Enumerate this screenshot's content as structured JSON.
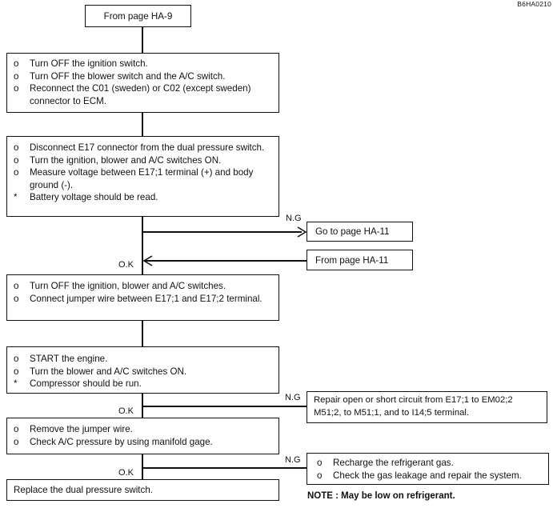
{
  "diagram_code": "B6HA0210",
  "start": "From page HA-9",
  "step1": [
    {
      "bullet": "o",
      "text": "Turn OFF the ignition switch."
    },
    {
      "bullet": "o",
      "text": "Turn OFF the blower switch and the A/C switch."
    },
    {
      "bullet": "o",
      "text": "Reconnect the C01 (sweden) or C02 (except sweden) connector to ECM."
    }
  ],
  "step2": [
    {
      "bullet": "o",
      "text": "Disconnect E17 connector from the dual pressure switch."
    },
    {
      "bullet": "o",
      "text": "Turn the ignition, blower and A/C switches ON."
    },
    {
      "bullet": "o",
      "text": "Measure voltage between E17;1 terminal (+) and body ground (-)."
    },
    {
      "bullet": "*",
      "text": "Battery voltage should be read."
    }
  ],
  "ng1_label": "N.G",
  "ng1_target": "Go to page HA-11",
  "ok1_label": "O.K",
  "from_ha11": "From page HA-11",
  "step3": [
    {
      "bullet": "o",
      "text": "Turn OFF the ignition, blower and A/C switches."
    },
    {
      "bullet": "o",
      "text": "Connect jumper wire between E17;1 and E17;2 terminal."
    }
  ],
  "step4": [
    {
      "bullet": "o",
      "text": "START the engine."
    },
    {
      "bullet": "o",
      "text": "Turn the blower and A/C switches ON."
    },
    {
      "bullet": "*",
      "text": "Compressor should be run."
    }
  ],
  "ng2_label": "N.G",
  "ng2_target": "Repair open or short circuit from E17;1 to EM02;2 M51;2, to M51;1, and to I14;5 terminal.",
  "ok2_label": "O.K",
  "step5": [
    {
      "bullet": "o",
      "text": "Remove the jumper wire."
    },
    {
      "bullet": "o",
      "text": "Check A/C pressure by using manifold gage."
    }
  ],
  "ng3_label": "N.G",
  "ng3_target": [
    {
      "bullet": "o",
      "text": "Recharge the refrigerant gas."
    },
    {
      "bullet": "o",
      "text": "Check the gas leakage and repair the system."
    }
  ],
  "ok3_label": "O.K",
  "final": "Replace the dual pressure switch.",
  "note": "NOTE : May be low on refrigerant."
}
